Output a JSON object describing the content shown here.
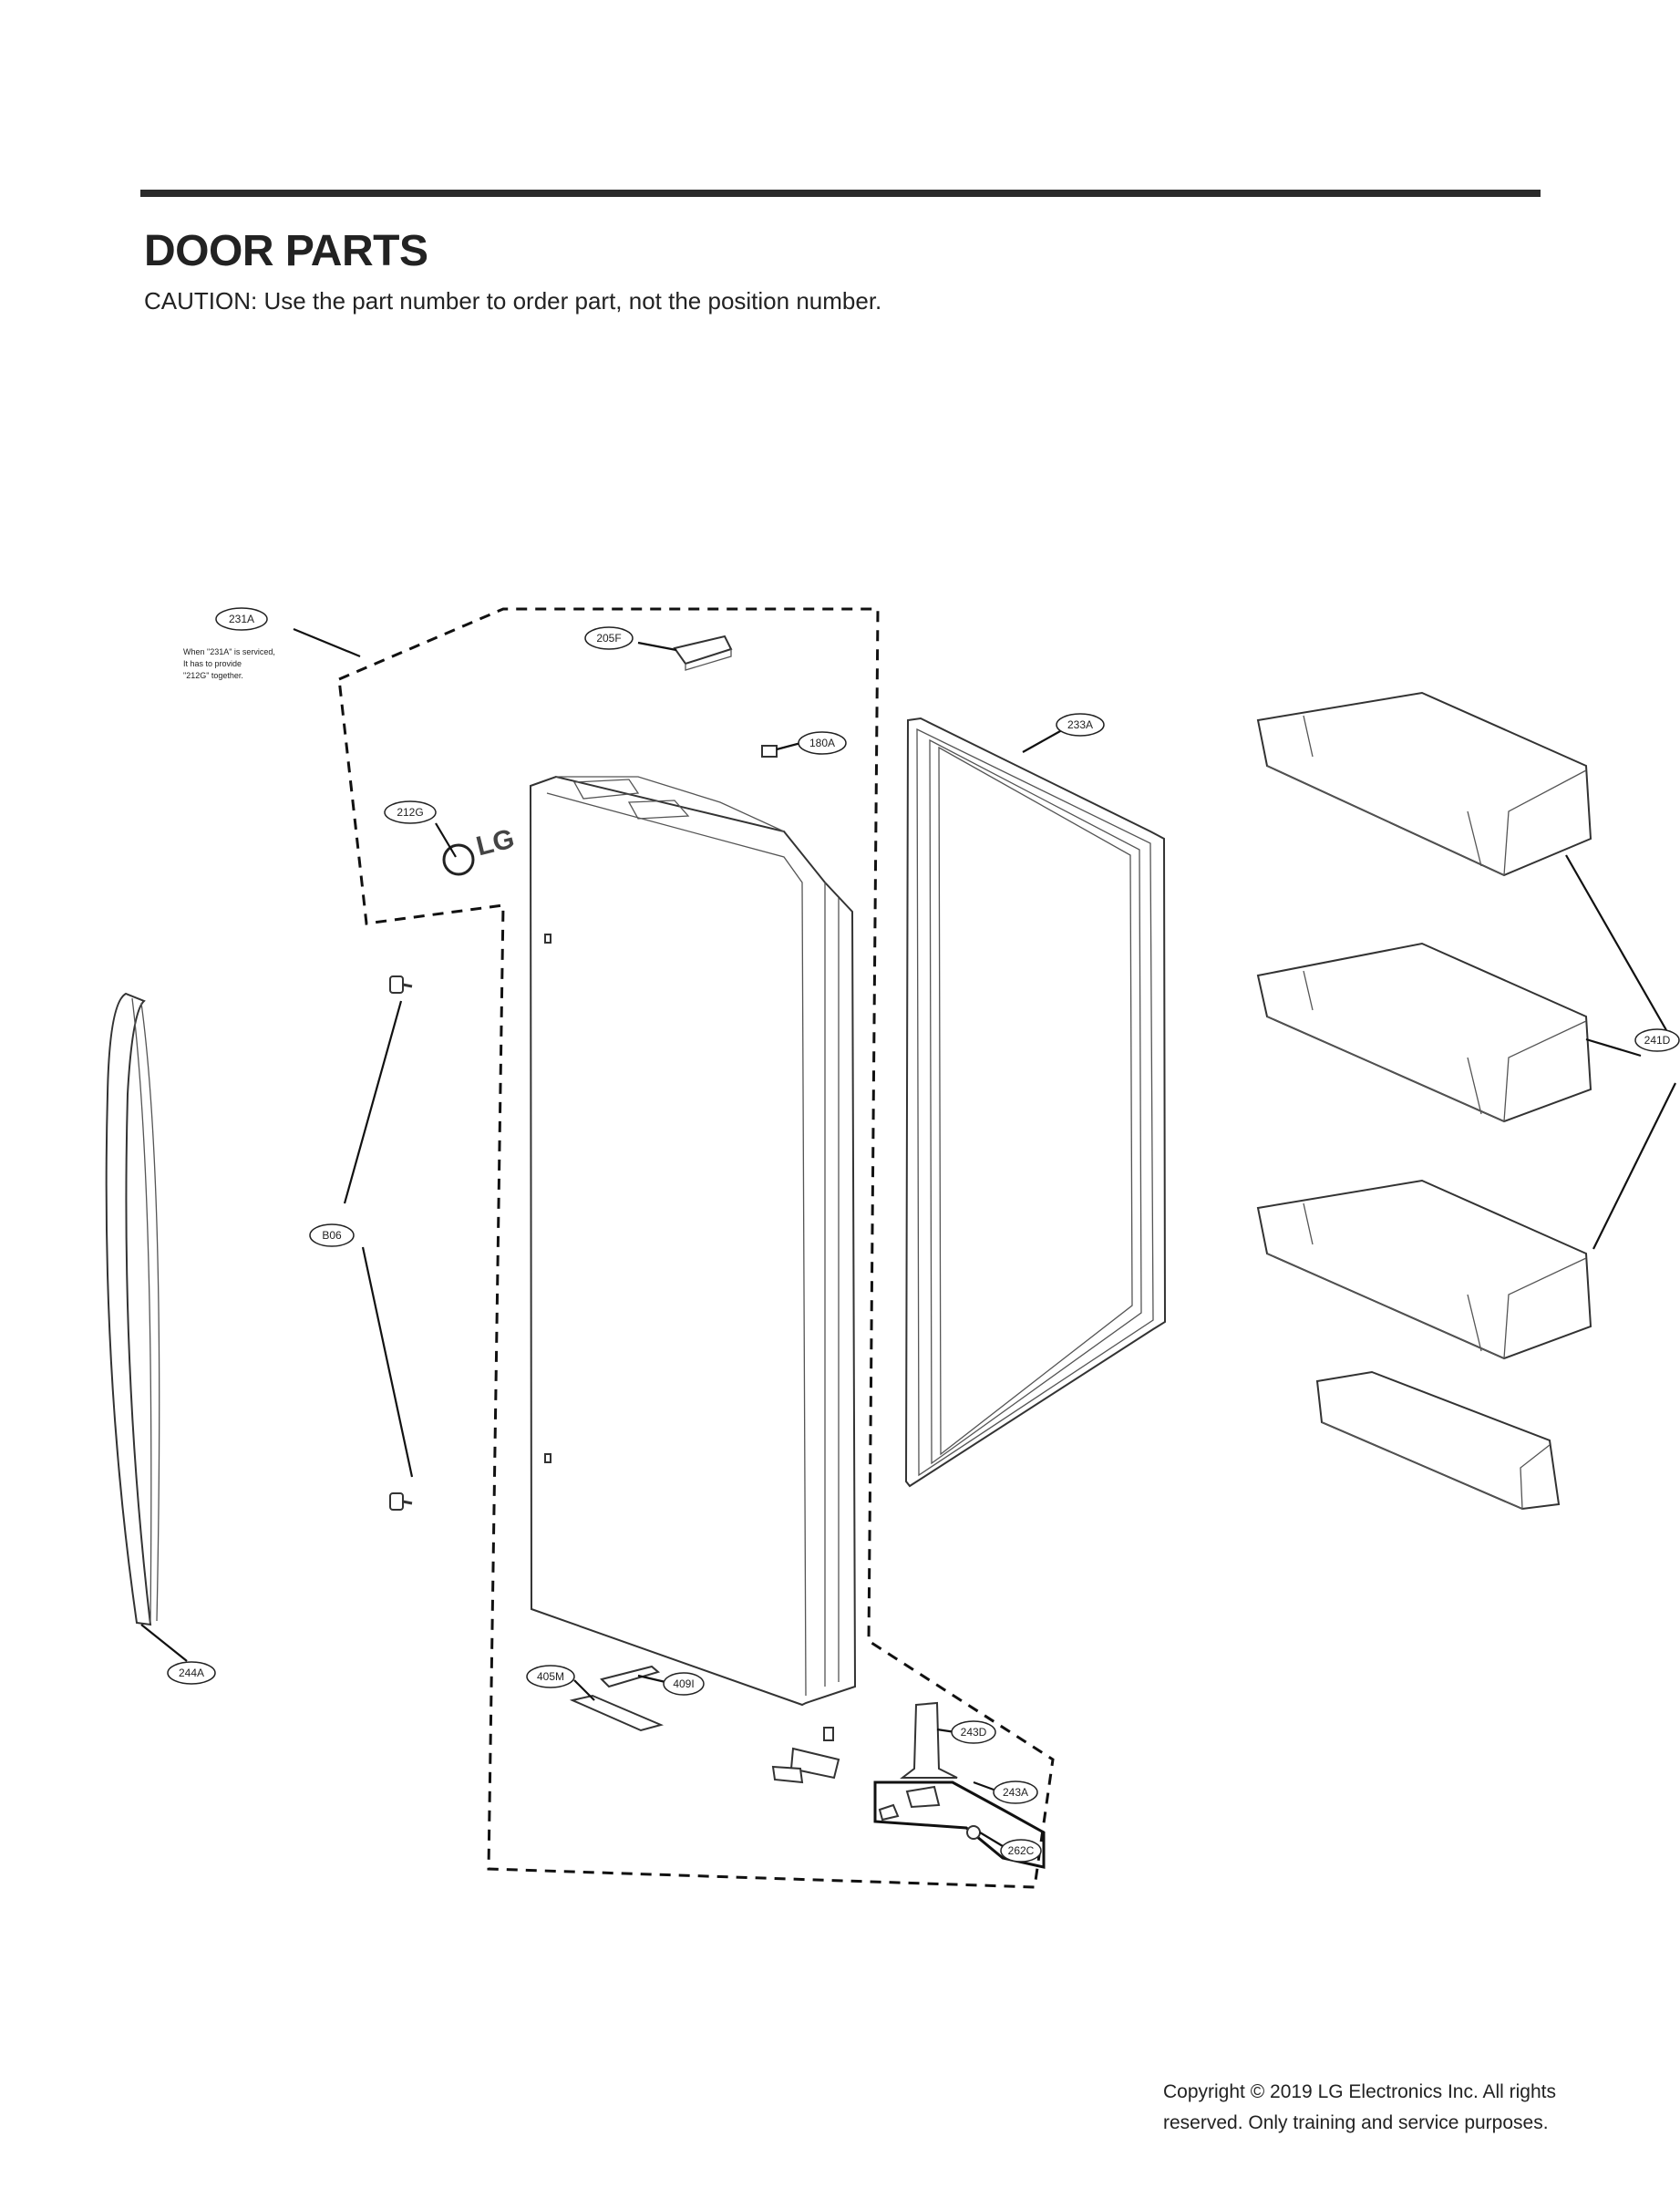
{
  "header": {
    "title": "DOOR PARTS",
    "caution": "CAUTION: Use the part number to order part, not the position number."
  },
  "diagram": {
    "callouts": {
      "c231A": "231A",
      "c205F": "205F",
      "c180A": "180A",
      "c233A": "233A",
      "c212G": "212G",
      "c241D": "241D",
      "cB06": "B06",
      "c244A": "244A",
      "c405M": "405M",
      "c409I": "409I",
      "c243D": "243D",
      "c243A": "243A",
      "c262C": "262C"
    },
    "note": {
      "line1": "When \"231A\" is serviced,",
      "line2": "It has to provide",
      "line3": "\"212G\" together."
    },
    "logo_text": "LG"
  },
  "footer": {
    "copyright_line1": "Copyright © 2019  LG Electronics Inc. All rights",
    "copyright_line2": "reserved. Only training and service purposes."
  }
}
